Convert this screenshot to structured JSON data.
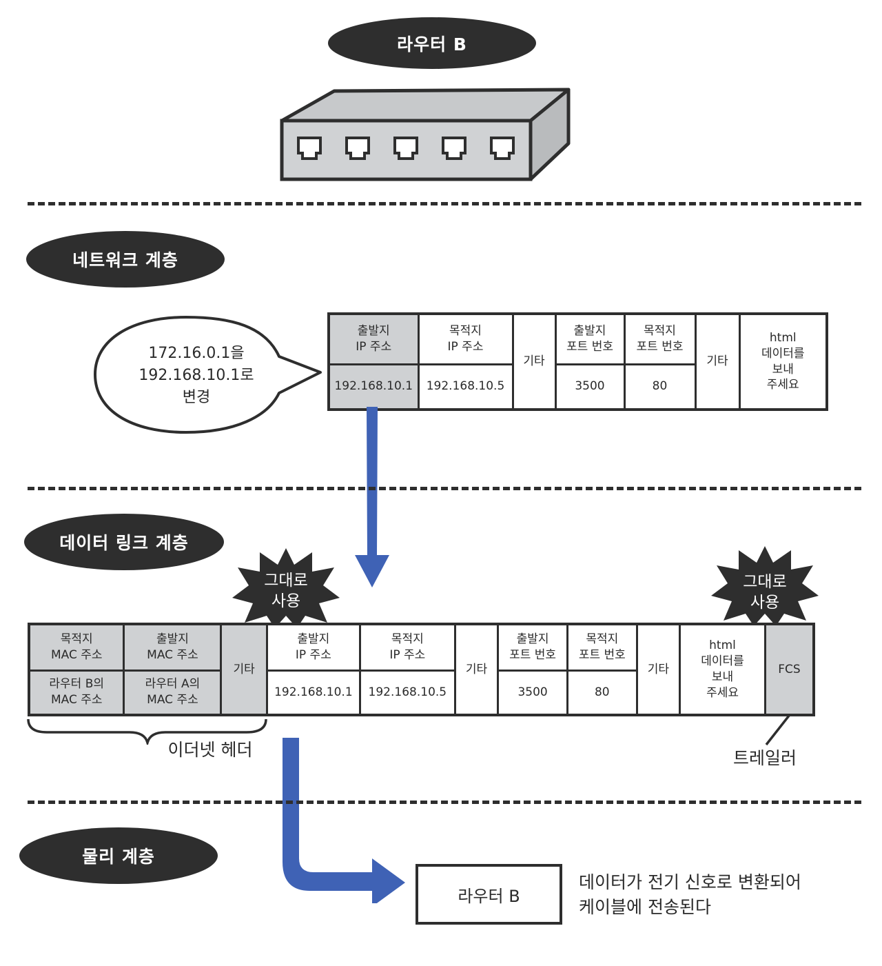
{
  "layers": {
    "router_label": "라우터 B",
    "network": "네트워크 계층",
    "datalink": "데이터 링크 계층",
    "physical": "물리 계층"
  },
  "speech_bubble": "172.16.0.1을\n192.168.10.1로\n변경",
  "network_packet": {
    "src_ip_header": "출발지\nIP 주소",
    "src_ip_value": "192.168.10.1",
    "dst_ip_header": "목적지\nIP 주소",
    "dst_ip_value": "192.168.10.5",
    "etc1": "기타",
    "src_port_header": "출발지\n포트 번호",
    "src_port_value": "3500",
    "dst_port_header": "목적지\n포트 번호",
    "dst_port_value": "80",
    "etc2": "기타",
    "data": "html\n데이터를\n보내\n주세요"
  },
  "datalink_frame": {
    "dst_mac_header": "목적지\nMAC 주소",
    "dst_mac_value": "라우터 B의\nMAC 주소",
    "src_mac_header": "출발지\nMAC 주소",
    "src_mac_value": "라우터 A의\nMAC 주소",
    "etc0": "기타",
    "src_ip_header": "출발지\nIP 주소",
    "src_ip_value": "192.168.10.1",
    "dst_ip_header": "목적지\nIP 주소",
    "dst_ip_value": "192.168.10.5",
    "etc1": "기타",
    "src_port_header": "출발지\n포트 번호",
    "src_port_value": "3500",
    "dst_port_header": "목적지\n포트 번호",
    "dst_port_value": "80",
    "etc2": "기타",
    "data": "html\n데이터를\n보내\n주세요",
    "fcs": "FCS"
  },
  "burst_left": "그대로\n사용",
  "burst_right": "그대로\n사용",
  "ethernet_header_label": "이더넷 헤더",
  "trailer_label": "트레일러",
  "physical_box": "라우터 B",
  "physical_note": "데이터가 전기 신호로 변환되어\n케이블에 전송된다",
  "colors": {
    "arrow": "#3f62b5",
    "pill": "#2e2e2e",
    "gray_cell": "#cfd1d3"
  },
  "icons": {
    "router": "router-device-icon",
    "arrow": "blue-arrow-icon"
  }
}
